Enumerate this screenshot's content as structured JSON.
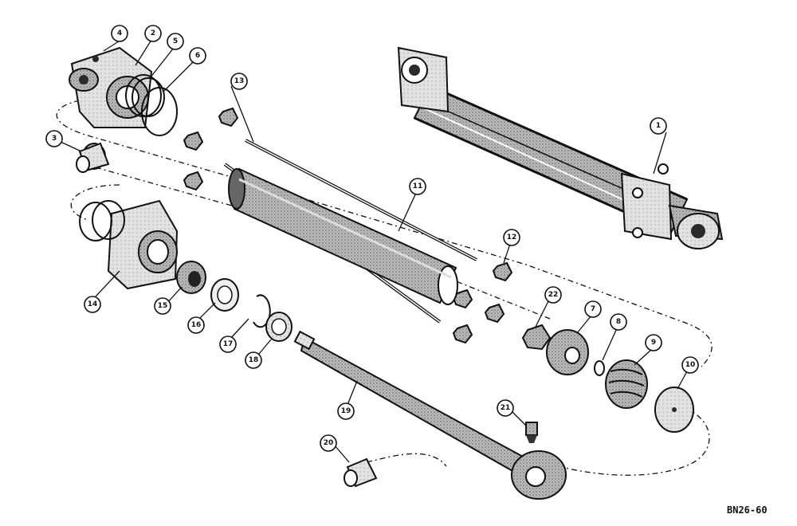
{
  "diagram_code": "BN26-60",
  "callouts": {
    "p1": "1",
    "p2": "2",
    "p3": "3",
    "p4": "4",
    "p5": "5",
    "p6": "6",
    "p7": "7",
    "p8": "8",
    "p9": "9",
    "p10": "10",
    "p11": "11",
    "p12": "12",
    "p13": "13",
    "p14": "14",
    "p15": "15",
    "p16": "16",
    "p17": "17",
    "p18": "18",
    "p19": "19",
    "p20": "20",
    "p21": "21",
    "p22": "22"
  }
}
